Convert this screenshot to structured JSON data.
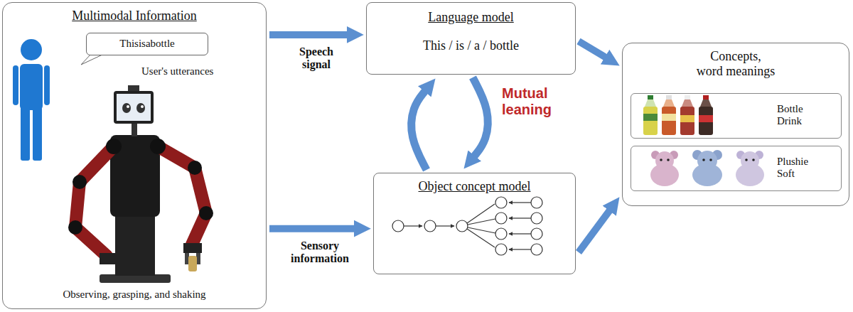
{
  "diagram": {
    "nodes": [
      {
        "text": [
          "Multimodal Information",
          "User's utterances",
          "Observing, grasping, and shaking"
        ]
      },
      {
        "text": [
          "Thisisabottle"
        ],
        "in": 0
      },
      {
        "text": [
          "Language model",
          "This / is / a / bottle"
        ]
      },
      {
        "text": [
          "Object concept model"
        ]
      },
      {
        "text": [
          "Concepts, word meanings"
        ]
      },
      {
        "text": [
          "Bottle Drink"
        ],
        "in": 4
      },
      {
        "text": [
          "Plushie Soft"
        ],
        "in": 4
      }
    ],
    "edges": [
      {
        "from": 0,
        "to": 2,
        "arrow": "to",
        "label": "Speech signal"
      },
      {
        "from": 0,
        "to": 3,
        "arrow": "to",
        "label": "Sensory information"
      },
      {
        "from": 2,
        "to": 4,
        "arrow": "to"
      },
      {
        "from": 3,
        "to": 4,
        "arrow": "to"
      },
      {
        "from": 3,
        "to": 2,
        "arrow": "to"
      },
      {
        "from": 2,
        "to": 3,
        "arrow": "to",
        "label": "Mutual leaning"
      }
    ]
  }
}
